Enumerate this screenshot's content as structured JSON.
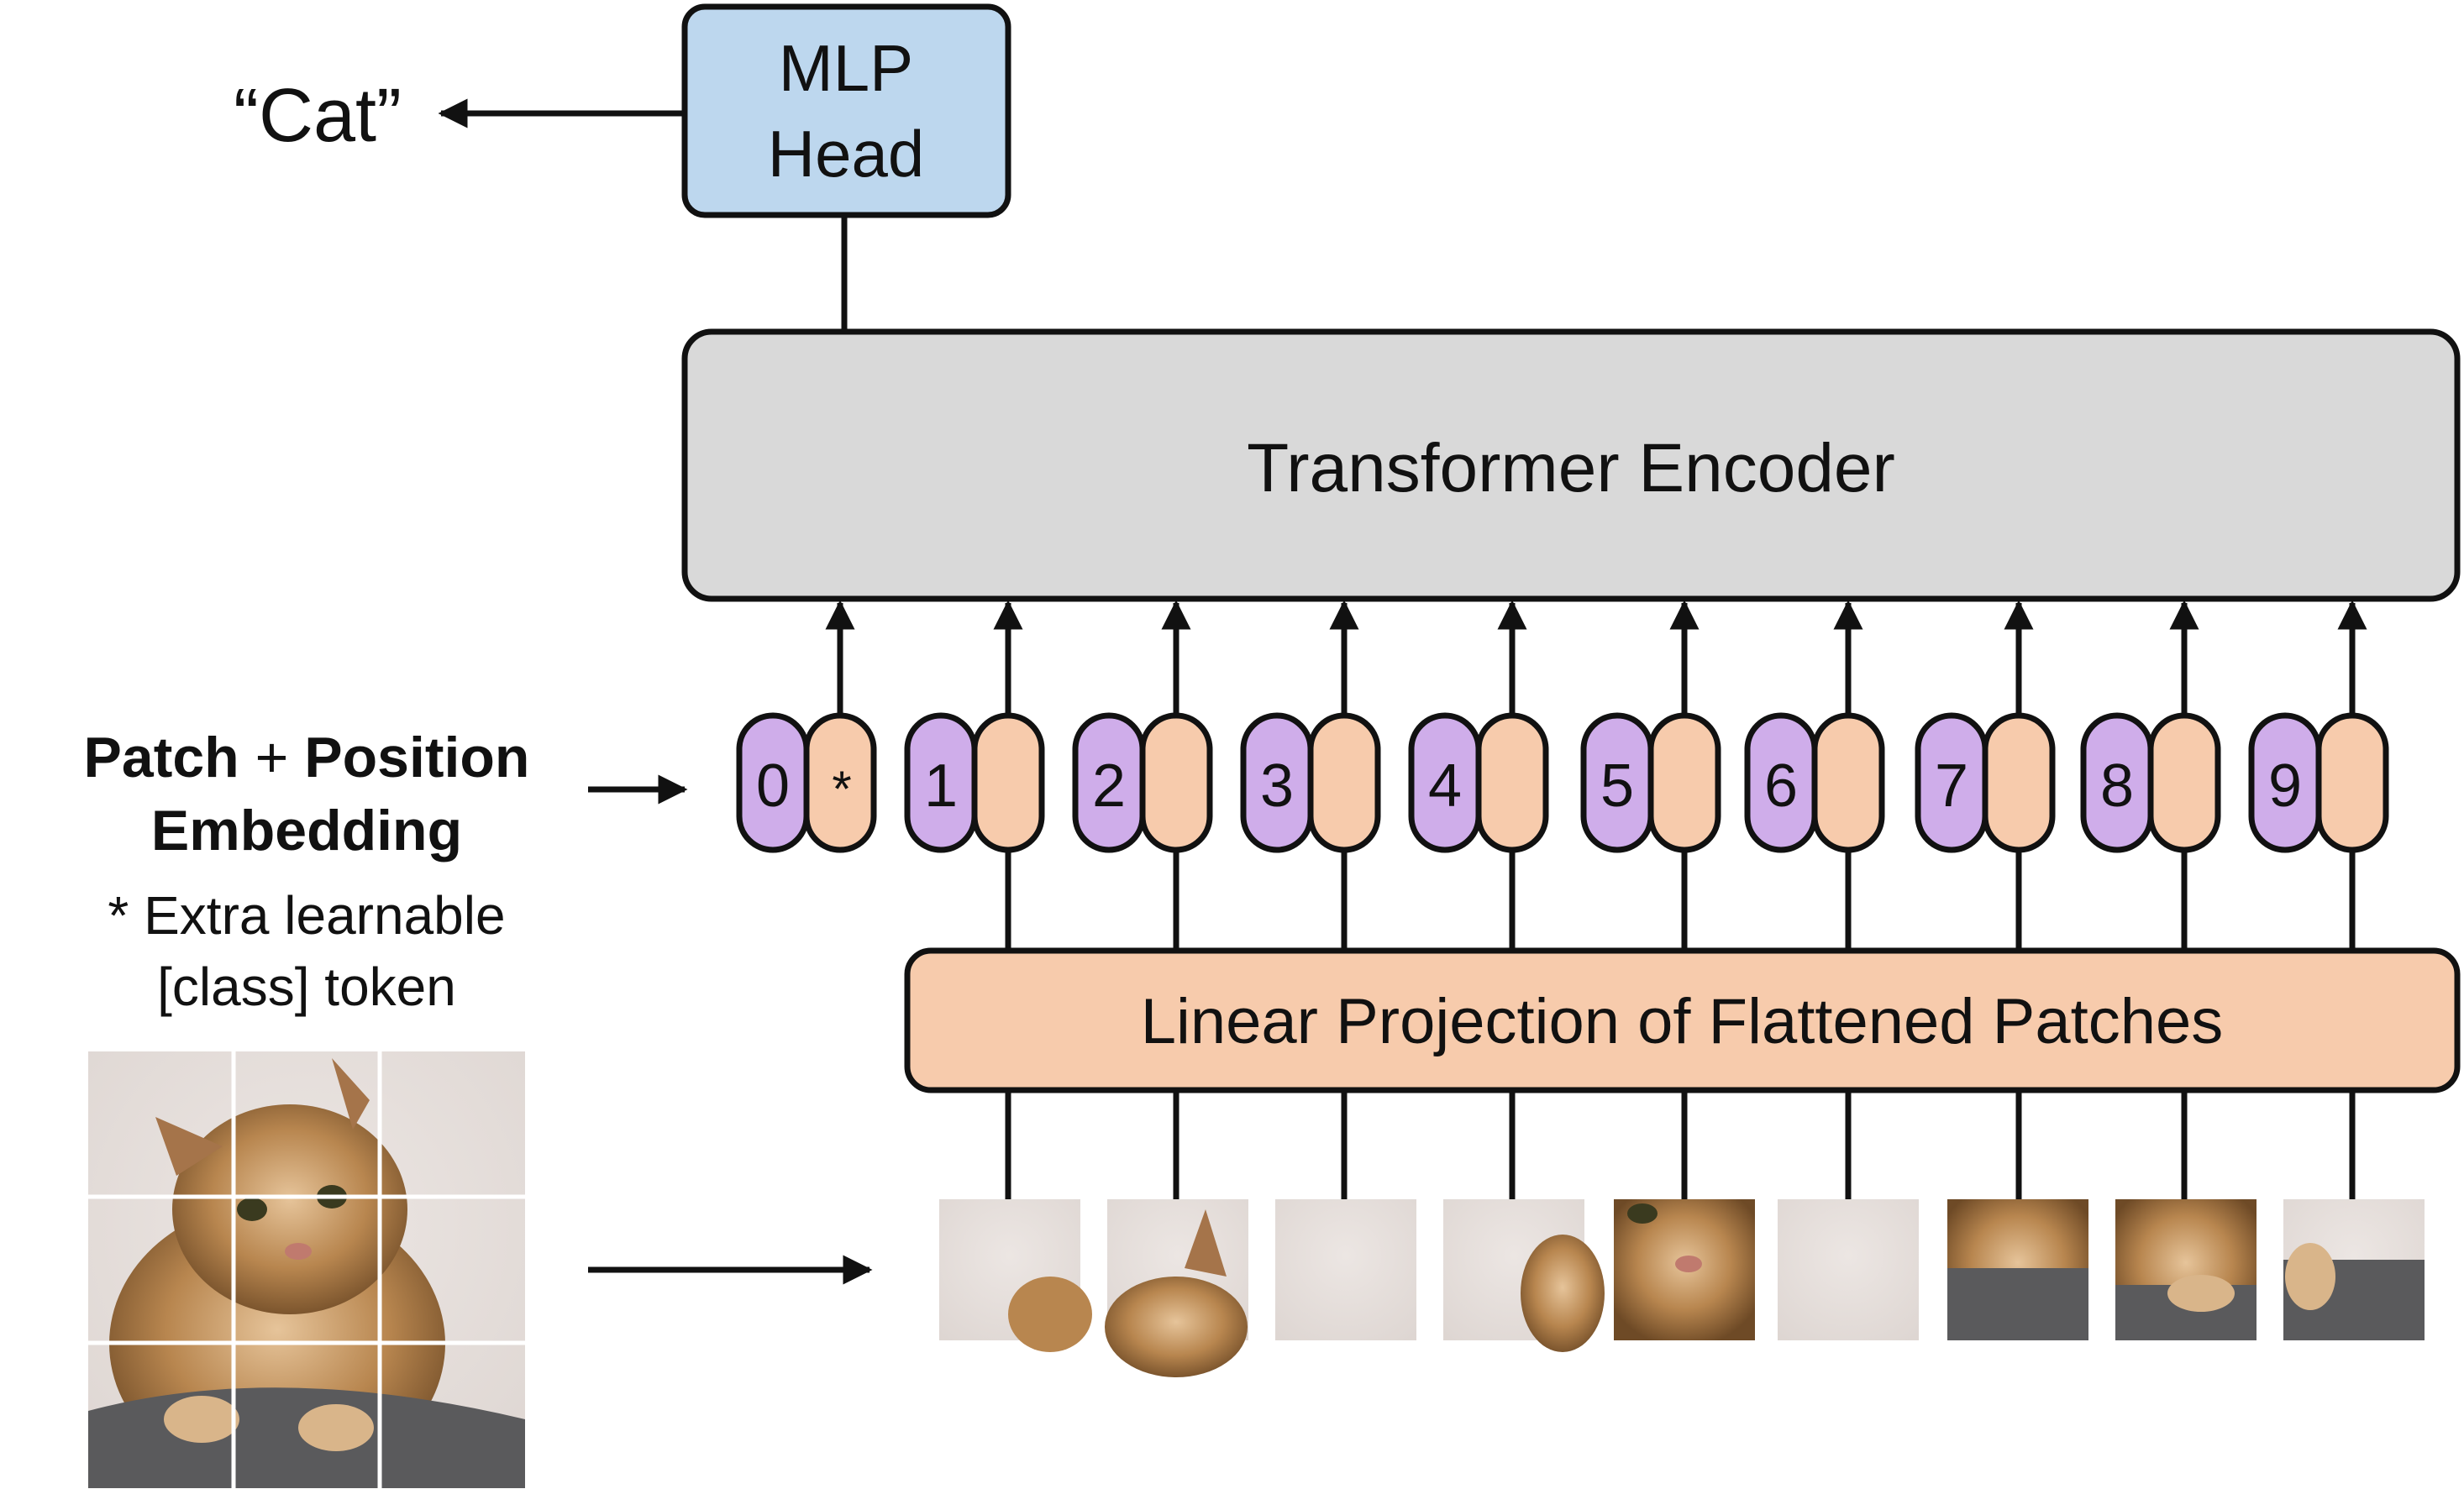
{
  "output_label": "“Cat”",
  "mlp_head": {
    "line1": "MLP",
    "line2": "Head"
  },
  "encoder_label": "Transformer Encoder",
  "projection_label": "Linear Projection of Flattened Patches",
  "embedding_label": {
    "part1": "Patch",
    "plus": " + ",
    "part2": "Position",
    "line2": "Embedding"
  },
  "class_token_note": {
    "line1": "* Extra learnable",
    "line2": "[class] token"
  },
  "class_token_symbol": "*",
  "tokens": [
    "0",
    "1",
    "2",
    "3",
    "4",
    "5",
    "6",
    "7",
    "8",
    "9"
  ],
  "colors": {
    "mlp_fill": "#bdd7ee",
    "encoder_fill": "#d9d9d9",
    "projection_fill": "#f7cbac",
    "position_fill": "#cfadea",
    "patch_fill": "#f7cbac",
    "stroke": "#111111"
  }
}
